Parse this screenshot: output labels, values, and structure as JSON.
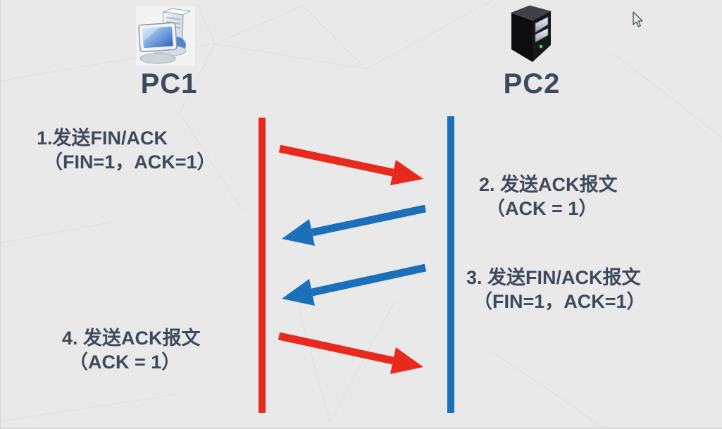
{
  "diagram": {
    "type": "sequence-diagram",
    "topic": "TCP four-way handshake",
    "background_color": "#e9e9e9",
    "text_color": "#3e4a5c",
    "nodes": [
      {
        "label": "PC1",
        "icon": "desktop-computer-icon",
        "lifeline_color": "#e8291e"
      },
      {
        "label": "PC2",
        "icon": "server-tower-icon",
        "lifeline_color": "#1b70b9"
      }
    ],
    "messages": [
      {
        "step": "1",
        "from": "PC1",
        "to": "PC2",
        "arrow_color": "#e8291e",
        "line1": "1.发送FIN/ACK",
        "line2": "（FIN=1，ACK=1）"
      },
      {
        "step": "2",
        "from": "PC2",
        "to": "PC1",
        "arrow_color": "#1b70b9",
        "line1": "2. 发送ACK报文",
        "line2": "（ACK = 1）"
      },
      {
        "step": "3",
        "from": "PC2",
        "to": "PC1",
        "arrow_color": "#1b70b9",
        "line1": "3. 发送FIN/ACK报文",
        "line2": "（FIN=1，ACK=1）"
      },
      {
        "step": "4",
        "from": "PC1",
        "to": "PC2",
        "arrow_color": "#e8291e",
        "line1": "4. 发送ACK报文",
        "line2": "（ACK = 1）"
      }
    ],
    "cursor_icon": "mouse-pointer-icon"
  }
}
